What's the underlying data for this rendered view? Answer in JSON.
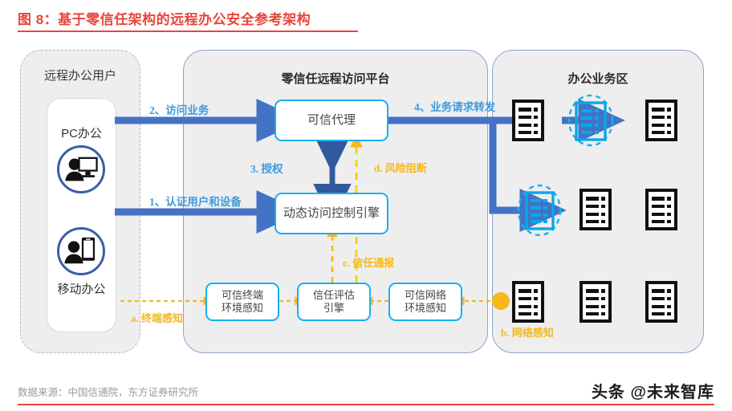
{
  "figure": {
    "title": "图 8：基于零信任架构的远程办公安全参考架构",
    "source": "数据来源：中国信通院，东方证券研究所",
    "watermark": "头条 @未来智库",
    "colors": {
      "title_red": "#e8453c",
      "arrow_blue": "#4472c4",
      "box_border_cyan": "#17b0f0",
      "dotted_yellow": "#f6b81c",
      "panel_fill": "#eeeeee",
      "icon_circle_blue": "#3b5ea8",
      "server_highlight": "#0aa8e8"
    }
  },
  "panels": [
    {
      "id": "remote-users",
      "title": "远程办公用户"
    },
    {
      "id": "zero-trust",
      "title": "零信任远程访问平台"
    },
    {
      "id": "office-zone",
      "title": "办公业务区"
    }
  ],
  "users": {
    "pc": {
      "label": "PC办公",
      "icon": "person-desktop-icon"
    },
    "mobile": {
      "label": "移动办公",
      "icon": "person-mobile-icon"
    }
  },
  "boxes": {
    "trusted_agent": "可信代理",
    "access_engine": "动态访问控制引擎",
    "terminal_sense": "可信终端\n环境感知",
    "terminal_sense_l1": "可信终端",
    "terminal_sense_l2": "环境感知",
    "trust_eval_l1": "信任评估",
    "trust_eval_l2": "引擎",
    "network_sense_l1": "可信网络",
    "network_sense_l2": "环境感知"
  },
  "flows": [
    {
      "id": "step1",
      "label": "1、认证用户和设备",
      "kind": "blue-arrow"
    },
    {
      "id": "step2",
      "label": "2、访问业务",
      "kind": "blue-arrow"
    },
    {
      "id": "step3",
      "label": "3. 授权",
      "kind": "blue-double-arrow"
    },
    {
      "id": "step4",
      "label": "4、业务请求转发",
      "kind": "blue-arrow"
    },
    {
      "id": "stepa",
      "label": "a. 终端感知",
      "kind": "yellow-dotted"
    },
    {
      "id": "stepb",
      "label": "b. 网络感知",
      "kind": "yellow-dotted"
    },
    {
      "id": "stepc",
      "label": "c. 信任通报",
      "kind": "yellow-dotted"
    },
    {
      "id": "stepd",
      "label": "d. 风险阻断",
      "kind": "yellow-dotted"
    }
  ],
  "office_zone": {
    "rows": 3,
    "cols": 3,
    "servers": [
      {
        "r": 0,
        "c": 0,
        "state": "normal"
      },
      {
        "r": 0,
        "c": 1,
        "state": "highlight"
      },
      {
        "r": 0,
        "c": 2,
        "state": "normal"
      },
      {
        "r": 1,
        "c": 0,
        "state": "highlight"
      },
      {
        "r": 1,
        "c": 1,
        "state": "normal"
      },
      {
        "r": 1,
        "c": 2,
        "state": "normal"
      },
      {
        "r": 2,
        "c": 0,
        "state": "normal"
      },
      {
        "r": 2,
        "c": 1,
        "state": "normal"
      },
      {
        "r": 2,
        "c": 2,
        "state": "normal"
      }
    ]
  }
}
